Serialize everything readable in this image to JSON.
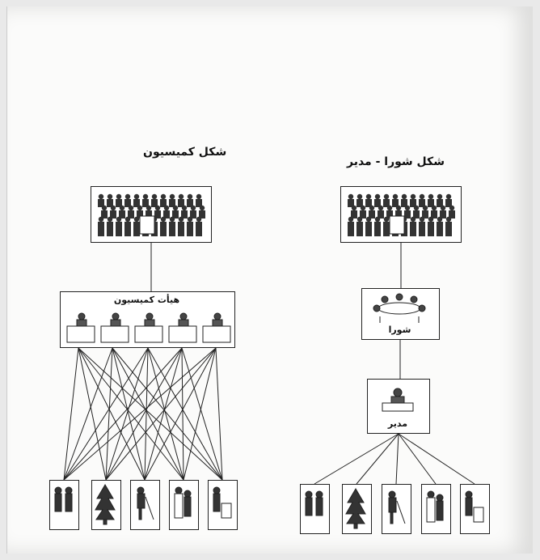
{
  "diagram": {
    "left": {
      "title": "شکل کمیسیون",
      "board_label": "هیأت کمیسیون"
    },
    "right": {
      "title": "شکل شورا - مدیر",
      "council_label": "شورا",
      "manager_label": "مدیر"
    },
    "department_icons": [
      "police-icon",
      "tree-icon",
      "worker-icon",
      "health-icon",
      "sanitation-icon"
    ]
  }
}
